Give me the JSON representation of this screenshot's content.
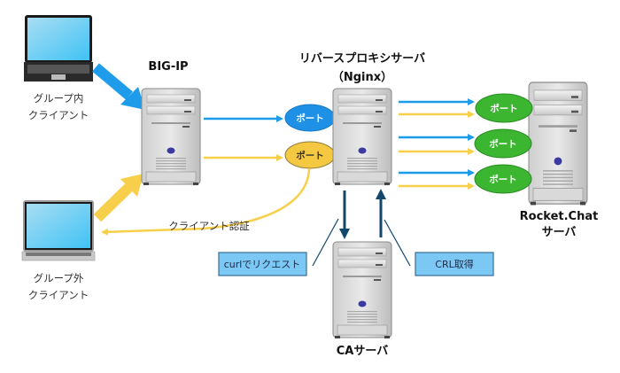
{
  "diagram": {
    "nodes": {
      "client_internal": {
        "label_line1": "グループ内",
        "label_line2": "クライアント",
        "type": "laptop"
      },
      "client_external": {
        "label_line1": "グループ外",
        "label_line2": "クライアント",
        "type": "laptop"
      },
      "bigip": {
        "label": "BIG-IP",
        "type": "server"
      },
      "reverse_proxy": {
        "label_line1": "リバースプロキシサーバ",
        "label_line2": "（Nginx）",
        "type": "server"
      },
      "rocketchat": {
        "label_line1": "Rocket.Chat",
        "label_line2": "サーバ",
        "type": "server"
      },
      "ca": {
        "label": "CAサーバ",
        "type": "server"
      }
    },
    "ports": {
      "proxy_blue": {
        "label": "ポート",
        "color": "#1e90e6",
        "text_color": "#ffffff"
      },
      "proxy_yellow": {
        "label": "ポート",
        "color": "#f5c842",
        "text_color": "#333333"
      },
      "rc": [
        {
          "label": "ポート",
          "color": "#3cb531"
        },
        {
          "label": "ポート",
          "color": "#3cb531"
        },
        {
          "label": "ポート",
          "color": "#3cb531"
        }
      ]
    },
    "edge_labels": {
      "client_auth": "クライアント認証",
      "curl_request": "curlでリクエスト",
      "crl_fetch": "CRL取得"
    },
    "colors": {
      "internal_flow": "#1e9be9",
      "external_flow": "#f8cf4a",
      "ca_flow": "#13476b",
      "callout_box": "#7cc8f5",
      "callout_border": "#3b6e95"
    }
  }
}
